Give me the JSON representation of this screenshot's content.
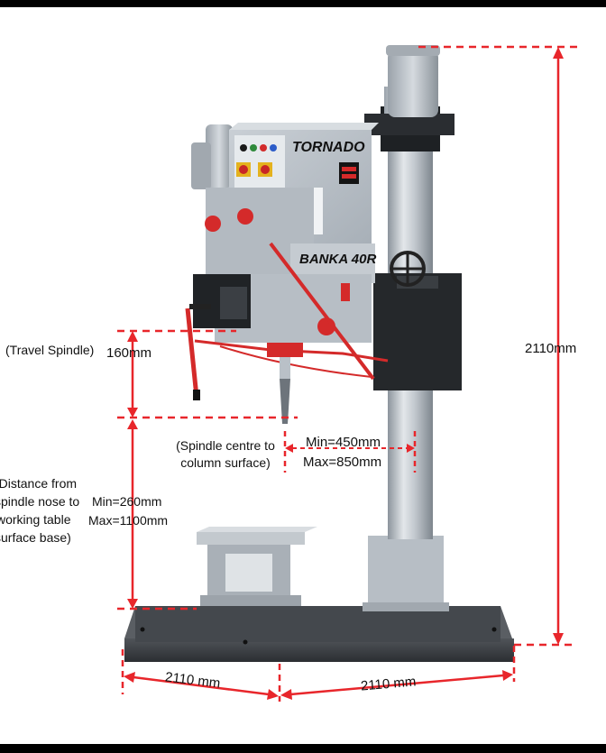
{
  "machine": {
    "brand_text": "TORNADO",
    "model_text": "BANKA 40R"
  },
  "dimensions": {
    "travel_spindle": {
      "caption": "(Travel Spindle)",
      "value": "160mm"
    },
    "height": {
      "value": "2110mm"
    },
    "spindle_to_column": {
      "caption_line1": "(Spindle centre to",
      "caption_line2": "column surface)",
      "min": "Min=450mm",
      "max": "Max=850mm"
    },
    "spindle_to_table": {
      "caption_line1": "(Distance from",
      "caption_line2": "spindle nose to",
      "caption_line3": "working table",
      "caption_line4": "surface base)",
      "min": "Min=260mm",
      "max": "Max=1100mm"
    },
    "base_left": {
      "value": "2110 mm"
    },
    "base_right": {
      "value": "2110 mm"
    }
  },
  "colors": {
    "dimension_line": "#e8262b",
    "body_grey": "#b9c0c8",
    "base_dark": "#3a3d42",
    "accent_red": "#d42a2a"
  }
}
